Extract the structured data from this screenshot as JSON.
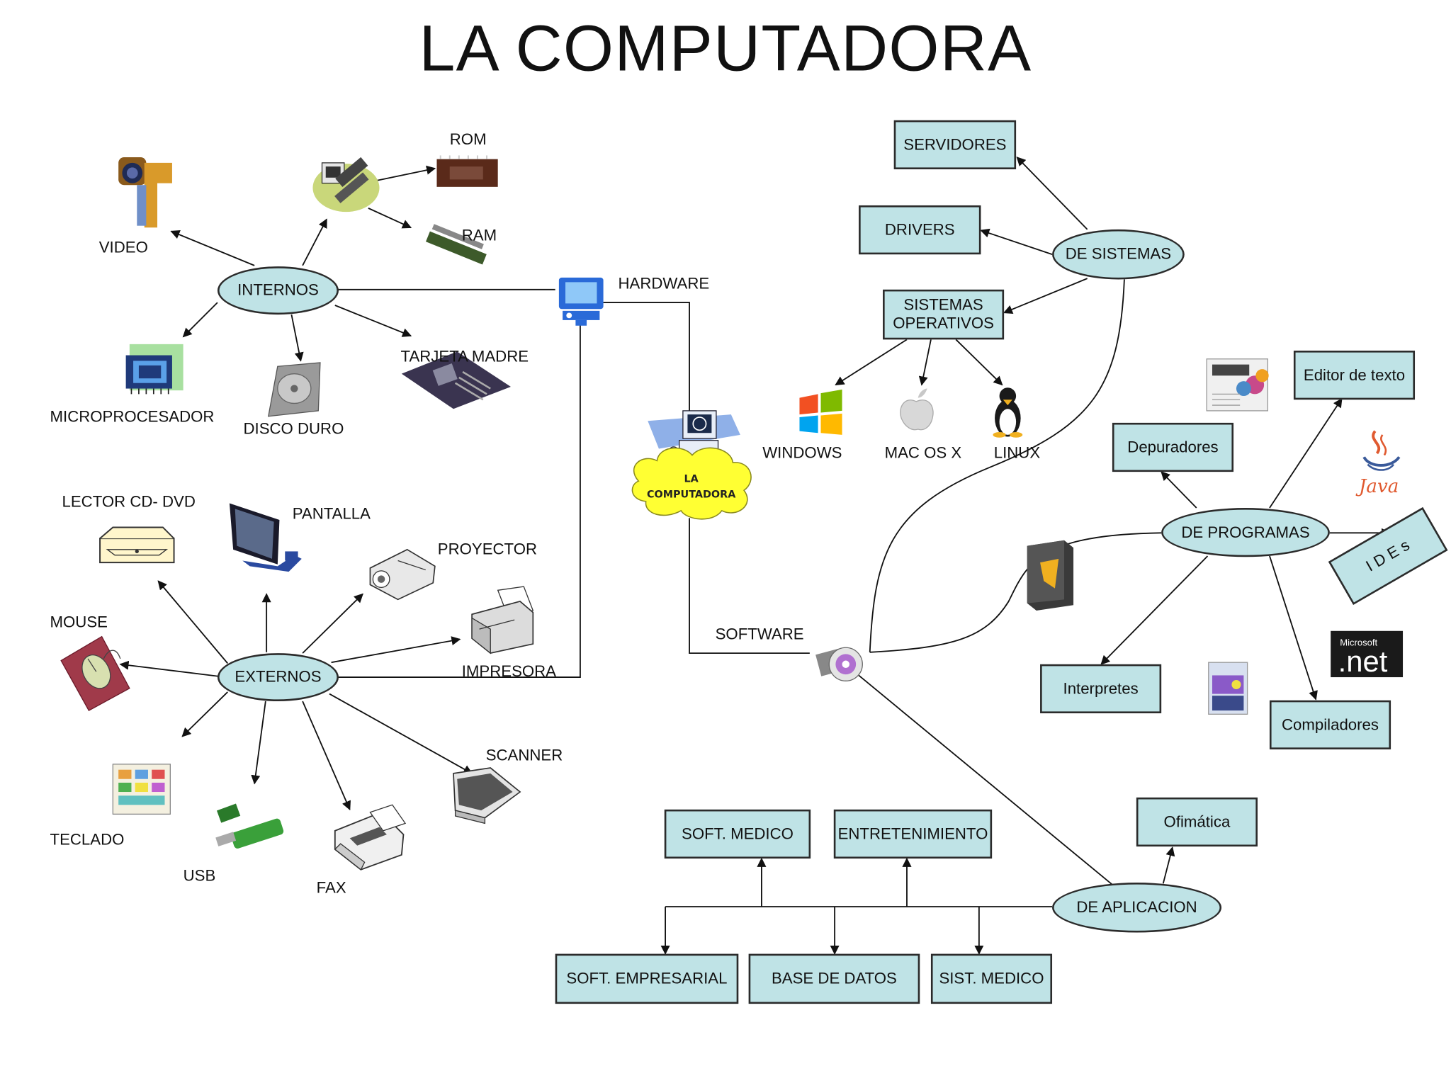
{
  "title": "LA COMPUTADORA",
  "center": {
    "line1": "LA",
    "line2": "COMPUTADORA"
  },
  "branches": {
    "hardware": "HARDWARE",
    "software": "SOFTWARE"
  },
  "hardware": {
    "internos": {
      "label": "INTERNOS",
      "items": {
        "video": "VIDEO",
        "rom": "ROM",
        "ram": "RAM",
        "microprocesador": "MICROPROCESADOR",
        "disco_duro": "DISCO DURO",
        "tarjeta_madre": "TARJETA MADRE"
      }
    },
    "externos": {
      "label": "EXTERNOS",
      "items": {
        "lector": "LECTOR CD- DVD",
        "pantalla": "PANTALLA",
        "proyector": "PROYECTOR",
        "impresora": "IMPRESORA",
        "mouse": "MOUSE",
        "scanner": "SCANNER",
        "teclado": "TECLADO",
        "usb": "USB",
        "fax": "FAX"
      }
    }
  },
  "software": {
    "de_sistemas": {
      "label": "DE SISTEMAS",
      "servidores": "SERVIDORES",
      "drivers": "DRIVERS",
      "sistemas_operativos": "SISTEMAS OPERATIVOS",
      "os": {
        "windows": "WINDOWS",
        "mac": "MAC OS X",
        "linux": "LINUX"
      }
    },
    "de_programas": {
      "label": "DE PROGRAMAS",
      "depuradores": "Depuradores",
      "editor": "Editor de texto",
      "ides": "I D E s",
      "interpretes": "Interpretes",
      "compiladores": "Compiladores",
      "java_logo": "Java",
      "net_logo_small": "Microsoft",
      "net_logo": ".net"
    },
    "de_aplicacion": {
      "label": "DE APLICACION",
      "ofimatica": "Ofimática",
      "soft_medico": "SOFT. MEDICO",
      "entretenimiento": "ENTRETENIMIENTO",
      "soft_empresarial": "SOFT. EMPRESARIAL",
      "base_datos": "BASE DE DATOS",
      "sist_medico": "SIST. MEDICO"
    }
  },
  "colors": {
    "node_fill": "#bfe3e6",
    "border": "#2b2b2b",
    "cloud": "#ffff33",
    "line": "#111111"
  }
}
